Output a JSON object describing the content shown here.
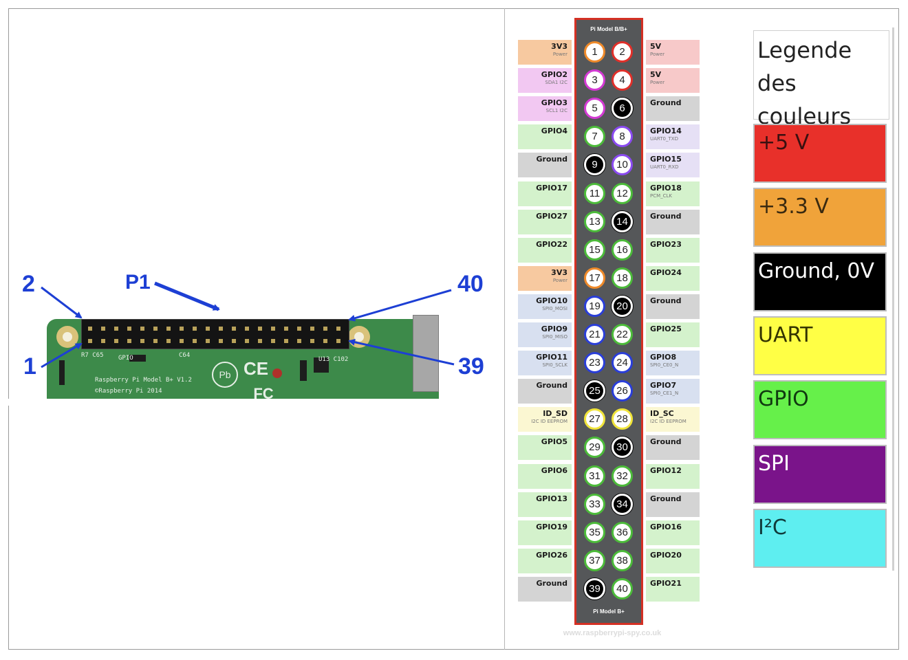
{
  "callouts": {
    "two": "2",
    "p1": "P1",
    "forty": "40",
    "one": "1",
    "thirtynine": "39"
  },
  "board_silk": {
    "gpio": "GPIO",
    "model": "Raspberry Pi Model B+ V1.2",
    "copyright": "©Raspberry Pi 2014"
  },
  "pinout": {
    "header_top": "Pi Model B/B+",
    "header_bottom": "Pi Model B+",
    "credit": "www.raspberrypi-spy.co.uk",
    "rows": [
      {
        "l": {
          "name": "3V3",
          "sub": "Power",
          "kind": "p33"
        },
        "lp": {
          "n": "1",
          "kind": "p33"
        },
        "rp": {
          "n": "2",
          "kind": "p5"
        },
        "r": {
          "name": "5V",
          "sub": "Power",
          "kind": "p5"
        }
      },
      {
        "l": {
          "name": "GPIO2",
          "sub": "SDA1 I2C",
          "kind": "i2c"
        },
        "lp": {
          "n": "3",
          "kind": "i2c"
        },
        "rp": {
          "n": "4",
          "kind": "p5"
        },
        "r": {
          "name": "5V",
          "sub": "Power",
          "kind": "p5"
        }
      },
      {
        "l": {
          "name": "GPIO3",
          "sub": "SCL1 I2C",
          "kind": "i2c"
        },
        "lp": {
          "n": "5",
          "kind": "i2c"
        },
        "rp": {
          "n": "6",
          "kind": "gnd"
        },
        "r": {
          "name": "Ground",
          "sub": "",
          "kind": "gnd"
        }
      },
      {
        "l": {
          "name": "GPIO4",
          "sub": "",
          "kind": "gpio"
        },
        "lp": {
          "n": "7",
          "kind": "gpio"
        },
        "rp": {
          "n": "8",
          "kind": "uart"
        },
        "r": {
          "name": "GPIO14",
          "sub": "UART0_TXD",
          "kind": "uart"
        }
      },
      {
        "l": {
          "name": "Ground",
          "sub": "",
          "kind": "gnd"
        },
        "lp": {
          "n": "9",
          "kind": "gnd"
        },
        "rp": {
          "n": "10",
          "kind": "uart"
        },
        "r": {
          "name": "GPIO15",
          "sub": "UART0_RXD",
          "kind": "uart"
        }
      },
      {
        "l": {
          "name": "GPIO17",
          "sub": "",
          "kind": "gpio"
        },
        "lp": {
          "n": "11",
          "kind": "gpio"
        },
        "rp": {
          "n": "12",
          "kind": "gpio"
        },
        "r": {
          "name": "GPIO18",
          "sub": "PCM_CLK",
          "kind": "gpio"
        }
      },
      {
        "l": {
          "name": "GPIO27",
          "sub": "",
          "kind": "gpio"
        },
        "lp": {
          "n": "13",
          "kind": "gpio"
        },
        "rp": {
          "n": "14",
          "kind": "gnd"
        },
        "r": {
          "name": "Ground",
          "sub": "",
          "kind": "gnd"
        }
      },
      {
        "l": {
          "name": "GPIO22",
          "sub": "",
          "kind": "gpio"
        },
        "lp": {
          "n": "15",
          "kind": "gpio"
        },
        "rp": {
          "n": "16",
          "kind": "gpio"
        },
        "r": {
          "name": "GPIO23",
          "sub": "",
          "kind": "gpio"
        }
      },
      {
        "l": {
          "name": "3V3",
          "sub": "Power",
          "kind": "p33"
        },
        "lp": {
          "n": "17",
          "kind": "p33"
        },
        "rp": {
          "n": "18",
          "kind": "gpio"
        },
        "r": {
          "name": "GPIO24",
          "sub": "",
          "kind": "gpio"
        }
      },
      {
        "l": {
          "name": "GPIO10",
          "sub": "SPI0_MOSI",
          "kind": "spi"
        },
        "lp": {
          "n": "19",
          "kind": "spi"
        },
        "rp": {
          "n": "20",
          "kind": "gnd"
        },
        "r": {
          "name": "Ground",
          "sub": "",
          "kind": "gnd"
        }
      },
      {
        "l": {
          "name": "GPIO9",
          "sub": "SPI0_MISO",
          "kind": "spi"
        },
        "lp": {
          "n": "21",
          "kind": "spi"
        },
        "rp": {
          "n": "22",
          "kind": "gpio"
        },
        "r": {
          "name": "GPIO25",
          "sub": "",
          "kind": "gpio"
        }
      },
      {
        "l": {
          "name": "GPIO11",
          "sub": "SPI0_SCLK",
          "kind": "spi"
        },
        "lp": {
          "n": "23",
          "kind": "spi"
        },
        "rp": {
          "n": "24",
          "kind": "spi"
        },
        "r": {
          "name": "GPIO8",
          "sub": "SPI0_CE0_N",
          "kind": "spi"
        }
      },
      {
        "l": {
          "name": "Ground",
          "sub": "",
          "kind": "gnd"
        },
        "lp": {
          "n": "25",
          "kind": "gnd"
        },
        "rp": {
          "n": "26",
          "kind": "spi"
        },
        "r": {
          "name": "GPIO7",
          "sub": "SPI0_CE1_N",
          "kind": "spi"
        }
      },
      {
        "l": {
          "name": "ID_SD",
          "sub": "I2C ID EEPROM",
          "kind": "eeprom"
        },
        "lp": {
          "n": "27",
          "kind": "eeprom"
        },
        "rp": {
          "n": "28",
          "kind": "eeprom"
        },
        "r": {
          "name": "ID_SC",
          "sub": "I2C ID EEPROM",
          "kind": "eeprom"
        }
      },
      {
        "l": {
          "name": "GPIO5",
          "sub": "",
          "kind": "gpio"
        },
        "lp": {
          "n": "29",
          "kind": "gpio"
        },
        "rp": {
          "n": "30",
          "kind": "gnd"
        },
        "r": {
          "name": "Ground",
          "sub": "",
          "kind": "gnd"
        }
      },
      {
        "l": {
          "name": "GPIO6",
          "sub": "",
          "kind": "gpio"
        },
        "lp": {
          "n": "31",
          "kind": "gpio"
        },
        "rp": {
          "n": "32",
          "kind": "gpio"
        },
        "r": {
          "name": "GPIO12",
          "sub": "",
          "kind": "gpio"
        }
      },
      {
        "l": {
          "name": "GPIO13",
          "sub": "",
          "kind": "gpio"
        },
        "lp": {
          "n": "33",
          "kind": "gpio"
        },
        "rp": {
          "n": "34",
          "kind": "gnd"
        },
        "r": {
          "name": "Ground",
          "sub": "",
          "kind": "gnd"
        }
      },
      {
        "l": {
          "name": "GPIO19",
          "sub": "",
          "kind": "gpio"
        },
        "lp": {
          "n": "35",
          "kind": "gpio"
        },
        "rp": {
          "n": "36",
          "kind": "gpio"
        },
        "r": {
          "name": "GPIO16",
          "sub": "",
          "kind": "gpio"
        }
      },
      {
        "l": {
          "name": "GPIO26",
          "sub": "",
          "kind": "gpio"
        },
        "lp": {
          "n": "37",
          "kind": "gpio"
        },
        "rp": {
          "n": "38",
          "kind": "gpio"
        },
        "r": {
          "name": "GPIO20",
          "sub": "",
          "kind": "gpio"
        }
      },
      {
        "l": {
          "name": "Ground",
          "sub": "",
          "kind": "gnd"
        },
        "lp": {
          "n": "39",
          "kind": "gnd"
        },
        "rp": {
          "n": "40",
          "kind": "gpio"
        },
        "r": {
          "name": "GPIO21",
          "sub": "",
          "kind": "gpio"
        }
      }
    ]
  },
  "legend": {
    "title": "Legende des couleurs",
    "items": [
      {
        "label": "+5 V",
        "color": "#e8302a",
        "text_color": "#3a1010"
      },
      {
        "label": "+3.3 V",
        "color": "#f0a33a",
        "text_color": "#3a2a10"
      },
      {
        "label": "Ground, 0V",
        "color": "#000000",
        "text_color": "#ffffff"
      },
      {
        "label": "UART",
        "color": "#ffff45",
        "text_color": "#333300"
      },
      {
        "label": "GPIO",
        "color": "#66f04a",
        "text_color": "#103a10"
      },
      {
        "label": "SPI",
        "color": "#7a148a",
        "text_color": "#ffffff"
      },
      {
        "label": "I²C",
        "color": "#5eeef0",
        "text_color": "#103a3a"
      }
    ]
  },
  "colors": {
    "p5": {
      "ring": "#e0302a",
      "box": "#f7c9c9"
    },
    "p33": {
      "ring": "#ef8a2a",
      "box": "#f7c9a0"
    },
    "gnd": {
      "ring": "#000000",
      "box": "#d4d4d4"
    },
    "uart": {
      "ring": "#8a4af0",
      "box": "#e6e0f5"
    },
    "gpio": {
      "ring": "#4cbb3a",
      "box": "#d4f2cc"
    },
    "spi": {
      "ring": "#2a3ed8",
      "box": "#d8e0f0"
    },
    "i2c": {
      "ring": "#d43ad4",
      "box": "#f2c8f2"
    },
    "eeprom": {
      "ring": "#f0e43a",
      "box": "#fbf7d2"
    }
  }
}
